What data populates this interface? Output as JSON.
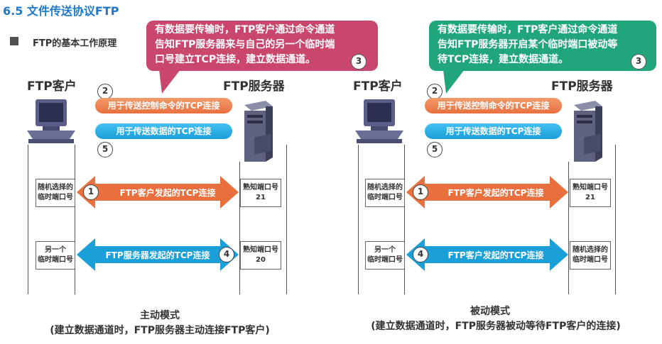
{
  "page": {
    "title": "6.5 文件传送协议FTP",
    "subtitle": "FTP的基本工作原理"
  },
  "colors": {
    "title": "#1f78c8",
    "pink_bubble": "#c9466c",
    "green_bubble": "#21a57c",
    "orange_arrow": "#e8703e",
    "blue_arrow": "#1a9fd8"
  },
  "active": {
    "bubble_lines": [
      "有数据要传输时，FTP客户通过命令通道",
      "告知FTP服务器来与自己的另一个临时端",
      "口号建立TCP连接，建立数据通道。"
    ],
    "bubble_num": "3",
    "client_header": "FTP客户",
    "server_header": "FTP服务器",
    "num2": "2",
    "pipe_control": "用于传送控制命令的TCP连接",
    "pipe_data": "用于传送数据的TCP连接",
    "num5": "5",
    "client_port1": [
      "随机选择的",
      "临时端口号"
    ],
    "server_port1": [
      "熟知端口号",
      "21"
    ],
    "arrow1_num": "1",
    "arrow1_label": "FTP客户发起的TCP连接",
    "client_port2": [
      "另一个",
      "临时端口号"
    ],
    "server_port2": [
      "熟知端口号",
      "20"
    ],
    "arrow2_num": "4",
    "arrow2_label": "FTP服务器发起的TCP连接",
    "mode": "主动模式",
    "mode_desc": "(建立数据通道时，FTP服务器主动连接FTP客户)"
  },
  "passive": {
    "bubble_lines": [
      "有数据要传输时，FTP客户通过命令通道",
      "告知FTP服务器开启某个临时端口被动等",
      "待TCP连接，建立数据通道。"
    ],
    "bubble_num": "3",
    "client_header": "FTP客户",
    "server_header": "FTP服务器",
    "num2": "2",
    "pipe_control": "用于传送控制命令的TCP连接",
    "pipe_data": "用于传送数据的TCP连接",
    "num5": "5",
    "client_port1": [
      "随机选择的",
      "临时端口号"
    ],
    "server_port1": [
      "熟知端口号",
      "21"
    ],
    "arrow1_num": "1",
    "arrow1_label": "FTP客户发起的TCP连接",
    "client_port2": [
      "另一个",
      "临时端口号"
    ],
    "server_port2": [
      "随机选择的",
      "临时端口号"
    ],
    "arrow2_num": "4",
    "arrow2_label": "FTP客户发起的TCP连接",
    "mode": "被动模式",
    "mode_desc": "(建立数据通道时，FTP服务器被动等待FTP客户的连接)"
  }
}
